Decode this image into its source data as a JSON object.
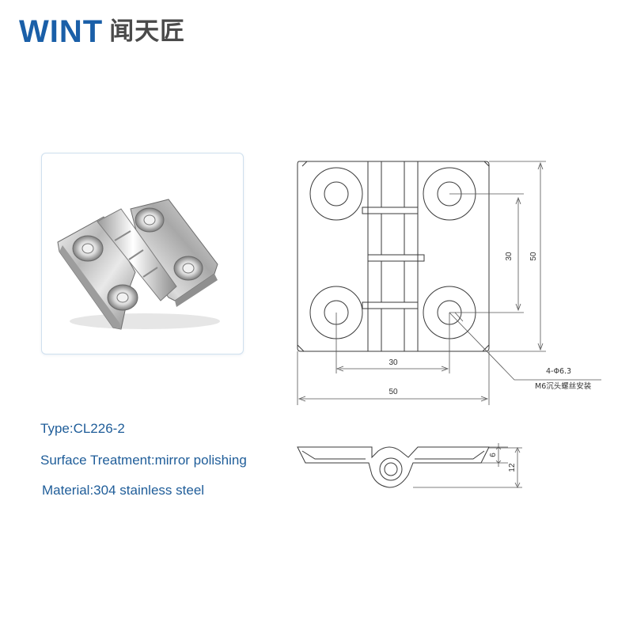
{
  "brand": {
    "logo_latin": "WINT",
    "logo_chinese": "闻天匠",
    "color": "#1a5fa8"
  },
  "specs": {
    "type": "Type:CL226-2",
    "surface": "Surface Treatment:mirror polishing",
    "material": "Material:304 stainless steel",
    "text_color": "#1f5d99"
  },
  "drawing": {
    "front_view": {
      "dim_hole_spacing_vertical": "30",
      "dim_height": "50",
      "dim_hole_spacing_horizontal": "30",
      "dim_width": "50",
      "hole_note_line1": "4-Φ6.3",
      "hole_note_line2": "M6沉头螺丝安装"
    },
    "side_view": {
      "dim_plate_thickness": "6",
      "dim_total_height": "12"
    }
  }
}
